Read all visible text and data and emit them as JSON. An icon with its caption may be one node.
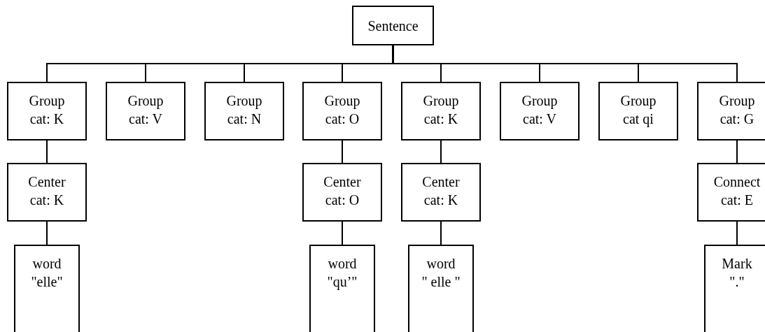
{
  "diagram": {
    "nodes": [
      {
        "text": [
          "Sentence"
        ]
      },
      {
        "text": [
          "Group",
          "cat: K"
        ]
      },
      {
        "text": [
          "Group",
          "cat: V"
        ]
      },
      {
        "text": [
          "Group",
          "cat: N"
        ]
      },
      {
        "text": [
          "Group",
          "cat: O"
        ]
      },
      {
        "text": [
          "Group",
          "cat: K"
        ]
      },
      {
        "text": [
          "Group",
          "cat: V"
        ]
      },
      {
        "text": [
          "Group",
          "cat qi"
        ]
      },
      {
        "text": [
          "Group",
          "cat: G"
        ]
      },
      {
        "text": [
          "Center",
          "cat: K"
        ]
      },
      {
        "text": [
          "Center",
          "cat: O"
        ]
      },
      {
        "text": [
          "Center",
          "cat: K"
        ]
      },
      {
        "text": [
          "Connect",
          "cat: E"
        ]
      },
      {
        "text": [
          "word",
          "\"elle\""
        ]
      },
      {
        "text": [
          "word",
          "\"qu’\""
        ]
      },
      {
        "text": [
          "word",
          "\" elle \""
        ]
      },
      {
        "text": [
          "Mark",
          "\".\""
        ]
      }
    ],
    "edges": [
      {
        "from": 0,
        "to": 1,
        "arrow": "none"
      },
      {
        "from": 0,
        "to": 2,
        "arrow": "none"
      },
      {
        "from": 0,
        "to": 3,
        "arrow": "none"
      },
      {
        "from": 0,
        "to": 4,
        "arrow": "none"
      },
      {
        "from": 0,
        "to": 5,
        "arrow": "none"
      },
      {
        "from": 0,
        "to": 6,
        "arrow": "none"
      },
      {
        "from": 0,
        "to": 7,
        "arrow": "none"
      },
      {
        "from": 0,
        "to": 8,
        "arrow": "none"
      },
      {
        "from": 1,
        "to": 9,
        "arrow": "none"
      },
      {
        "from": 4,
        "to": 10,
        "arrow": "none"
      },
      {
        "from": 5,
        "to": 11,
        "arrow": "none"
      },
      {
        "from": 8,
        "to": 12,
        "arrow": "none"
      },
      {
        "from": 9,
        "to": 13,
        "arrow": "none"
      },
      {
        "from": 10,
        "to": 14,
        "arrow": "none"
      },
      {
        "from": 11,
        "to": 15,
        "arrow": "none"
      },
      {
        "from": 12,
        "to": 16,
        "arrow": "none"
      }
    ]
  }
}
